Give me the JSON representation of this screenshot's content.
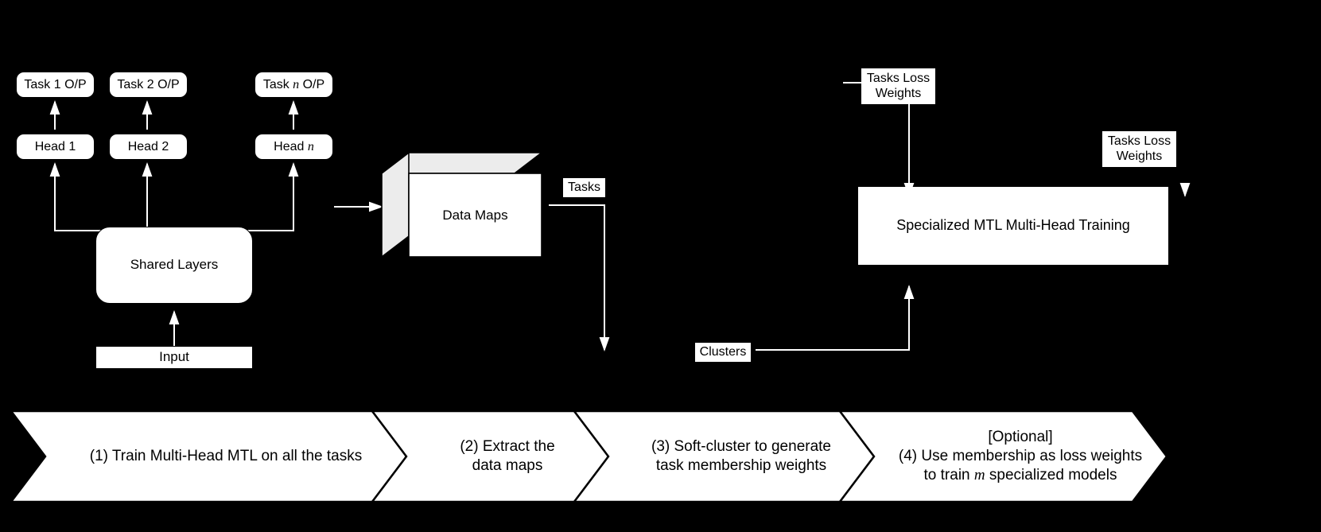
{
  "figure": {
    "background_color": "#000000",
    "shape_fill": "#ffffff",
    "shape_stroke": "#000000",
    "cube_shade": "#ececec"
  },
  "left_stage": {
    "task_outputs": [
      {
        "label": "Task 1 O/P"
      },
      {
        "label": "Task 2 O/P"
      },
      {
        "label": "Task n O/P",
        "math_tail": "n",
        "prefix": "Task ",
        "suffix": " O/P"
      }
    ],
    "heads": [
      {
        "label": "Head 1"
      },
      {
        "label": "Head 2"
      },
      {
        "label": "Head n",
        "prefix": "Head ",
        "math_tail": "n"
      }
    ],
    "shared_layers": "Shared Layers",
    "input": "Input"
  },
  "middle_stage": {
    "data_maps": "Data Maps",
    "tasks_label": "Tasks",
    "clusters_label": "Clusters"
  },
  "right_stage": {
    "tasks_loss_weights_top": "Tasks Loss\nWeights",
    "tasks_loss_weights_right": "Tasks Loss\nWeights",
    "specialized_box": "Specialized MTL Multi-Head Training"
  },
  "pipeline": {
    "steps": [
      {
        "line1": "(1) Train Multi-Head MTL on all the tasks",
        "line2": "",
        "line3": ""
      },
      {
        "line1": "(2) Extract the",
        "line2": "data maps",
        "line3": ""
      },
      {
        "line1": "(3) Soft-cluster to generate",
        "line2": "task membership weights",
        "line3": ""
      },
      {
        "line1": "[Optional]",
        "line2": "(4) Use membership as loss weights",
        "line3": "to train m specialized models",
        "math_in_line3": "m"
      }
    ]
  }
}
